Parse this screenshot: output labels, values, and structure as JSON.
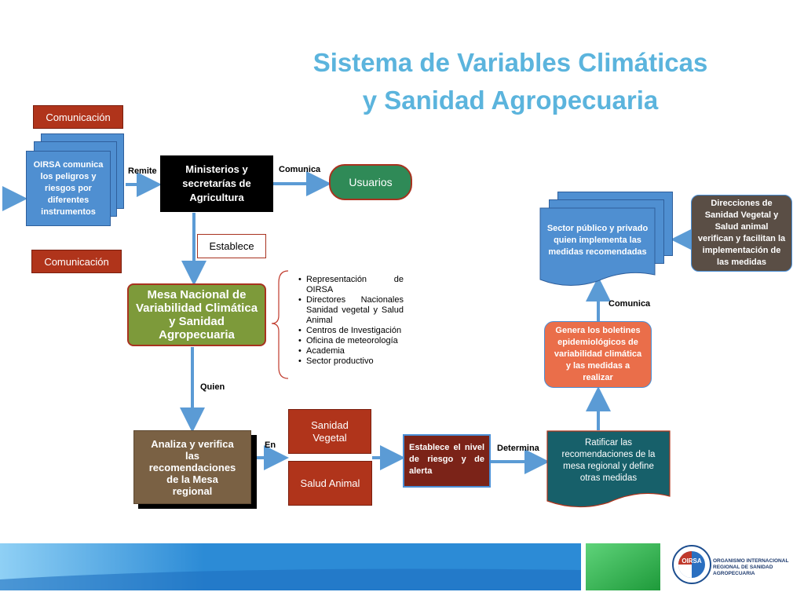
{
  "title": {
    "line1": "Sistema de Variables Climáticas",
    "line2": "y Sanidad Agropecuaria"
  },
  "nodes": {
    "comunicacion_top": "Comunicación",
    "comunicacion_bottom": "Comunicación",
    "oirsa_comunica": "OIRSA comunica los peligros y riesgos por diferentes instrumentos",
    "ministerios": "Ministerios y secretarías de Agricultura",
    "usuarios": "Usuarios",
    "establece": "Establece",
    "mesa_nacional": "Mesa Nacional de Variabilidad Climática y Sanidad Agropecuaria",
    "analiza": "Analiza y verifica las recomendaciones de la Mesa regional",
    "sanidad_vegetal": "Sanidad Vegetal",
    "salud_animal": "Salud Animal",
    "establece_nivel": "Establece el nivel de riesgo y de alerta",
    "ratificar": "Ratificar las recomendaciones de la mesa regional y define otras medidas",
    "genera_boletines": "Genera los boletines epidemiológicos de variabilidad climática y las medidas a realizar",
    "sector": "Sector público y privado quien implementa las medidas recomendadas",
    "direcciones": "Direcciones de Sanidad Vegetal y Salud animal verifican y facilitan la implementación de las medidas"
  },
  "edge_labels": {
    "remite": "Remite",
    "comunica_1": "Comunica",
    "quien": "Quien",
    "en": "En",
    "determina": "Determina",
    "comunica_2": "Comunica"
  },
  "mesa_members": [
    "Representación de OIRSA",
    "Directores Nacionales Sanidad vegetal y Salud Animal",
    "Centros de Investigación",
    "Oficina de meteorología",
    "Academia",
    "Sector productivo"
  ],
  "footer": {
    "org_line1": "ORGANISMO INTERNACIONAL",
    "org_line2": "REGIONAL DE SANIDAD",
    "org_line3": "AGROPECUARIA",
    "logo_text": "OIRSA"
  },
  "colors": {
    "title": "#5bb4dd",
    "arrow": "#5b9bd5",
    "red": "#b0341b",
    "doc_blue": "#4f8fd1",
    "green_box": "#7d9a3a",
    "brown_box": "#7a6144",
    "teal_box": "#17606a",
    "orange_box": "#ea6e4a",
    "gray_box": "#5a4e45",
    "footer_blue": "#2c8bd6",
    "footer_green": "#2fb34a"
  }
}
